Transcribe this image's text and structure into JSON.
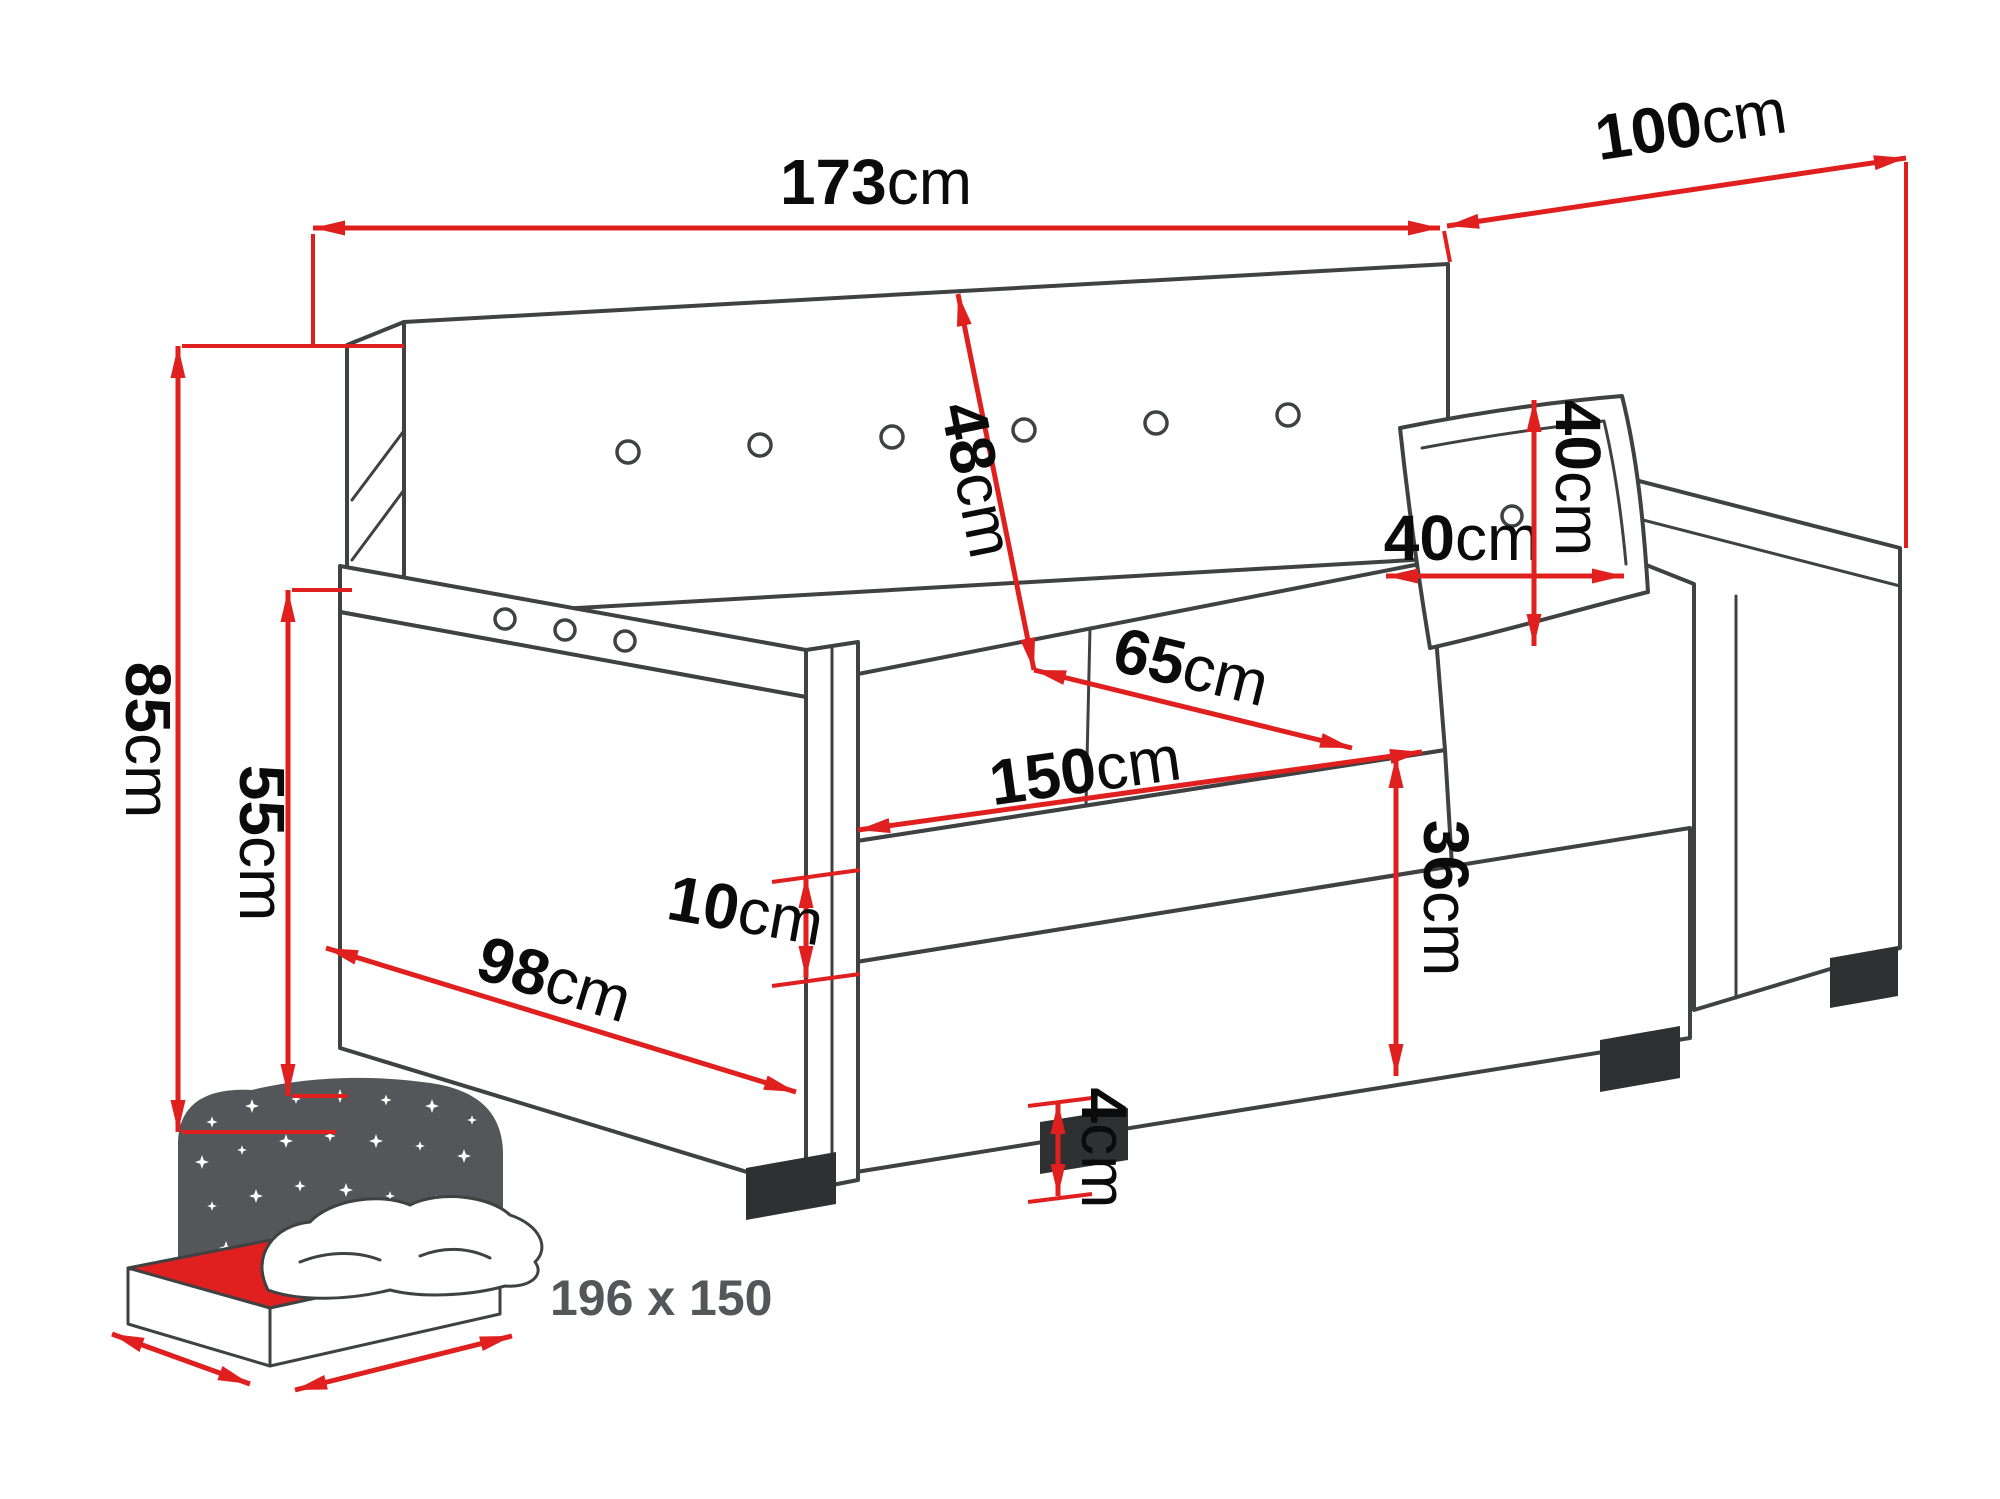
{
  "diagram": {
    "subject": "sofa-bed-dimension-diagram",
    "colors": {
      "dimension_lines": "#e0201f",
      "drawing_outline": "#3f4143",
      "icon_gray": "#54565a",
      "mattress_red": "#e0201f"
    },
    "dimensions": {
      "total_width": {
        "value": "173",
        "unit": "cm"
      },
      "total_depth": {
        "value": "100",
        "unit": "cm"
      },
      "total_height": {
        "value": "85",
        "unit": "cm"
      },
      "arm_height": {
        "value": "55",
        "unit": "cm"
      },
      "backrest_height": {
        "value": "48",
        "unit": "cm"
      },
      "pillow_width": {
        "value": "40",
        "unit": "cm"
      },
      "pillow_height": {
        "value": "40",
        "unit": "cm"
      },
      "seat_depth": {
        "value": "65",
        "unit": "cm"
      },
      "seat_width": {
        "value": "150",
        "unit": "cm"
      },
      "cushion_front": {
        "value": "10",
        "unit": "cm"
      },
      "base_depth": {
        "value": "98",
        "unit": "cm"
      },
      "seat_height": {
        "value": "36",
        "unit": "cm"
      },
      "leg_height": {
        "value": "4",
        "unit": "cm"
      }
    },
    "sleeping_area": {
      "label": "196 x 150"
    }
  }
}
